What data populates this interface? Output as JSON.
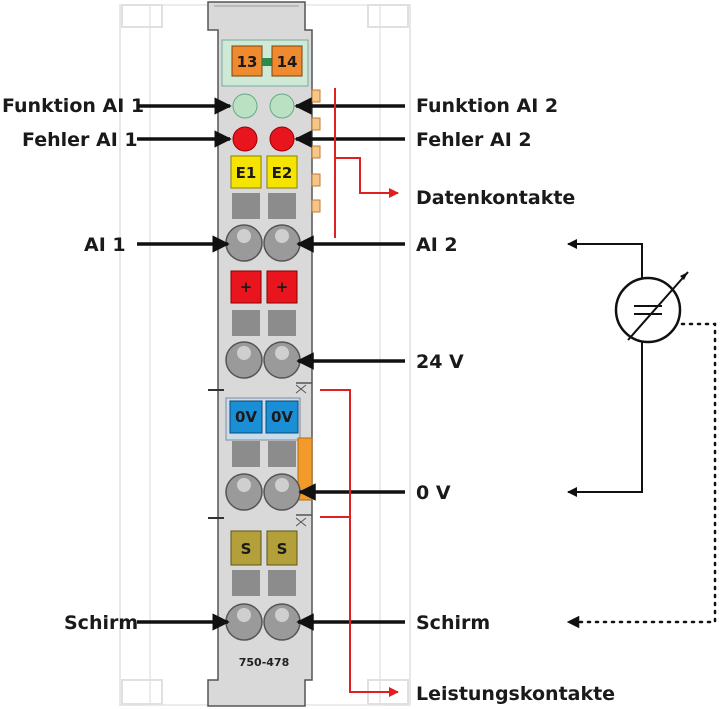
{
  "module": {
    "model": "750-478"
  },
  "terminals": {
    "top_left": "13",
    "top_right": "14",
    "e1": "E1",
    "e2": "E2",
    "plus_left": "+",
    "plus_right": "+",
    "zero_left": "0V",
    "zero_right": "0V",
    "s_left": "S",
    "s_right": "S"
  },
  "labels": {
    "funktion_ai1": "Funktion AI 1",
    "fehler_ai1": "Fehler AI 1",
    "ai1": "AI 1",
    "schirm_left": "Schirm",
    "funktion_ai2": "Funktion AI 2",
    "fehler_ai2": "Fehler AI 2",
    "datenkontakte": "Datenkontakte",
    "ai2": "AI 2",
    "v24": "24 V",
    "v0": "0 V",
    "schirm_right": "Schirm",
    "leistungskontakte": "Leistungskontakte"
  },
  "colors": {
    "orange_terminal": "#f08a2e",
    "green_led": "#b9e1c2",
    "red_led": "#e8141e",
    "yellow_terminal": "#f5e400",
    "red_terminal": "#e8141e",
    "blue_terminal": "#1b8fd6",
    "olive_terminal": "#b3a03a",
    "body_gray": "#d9d9d9",
    "arrow_red": "#e02020"
  }
}
